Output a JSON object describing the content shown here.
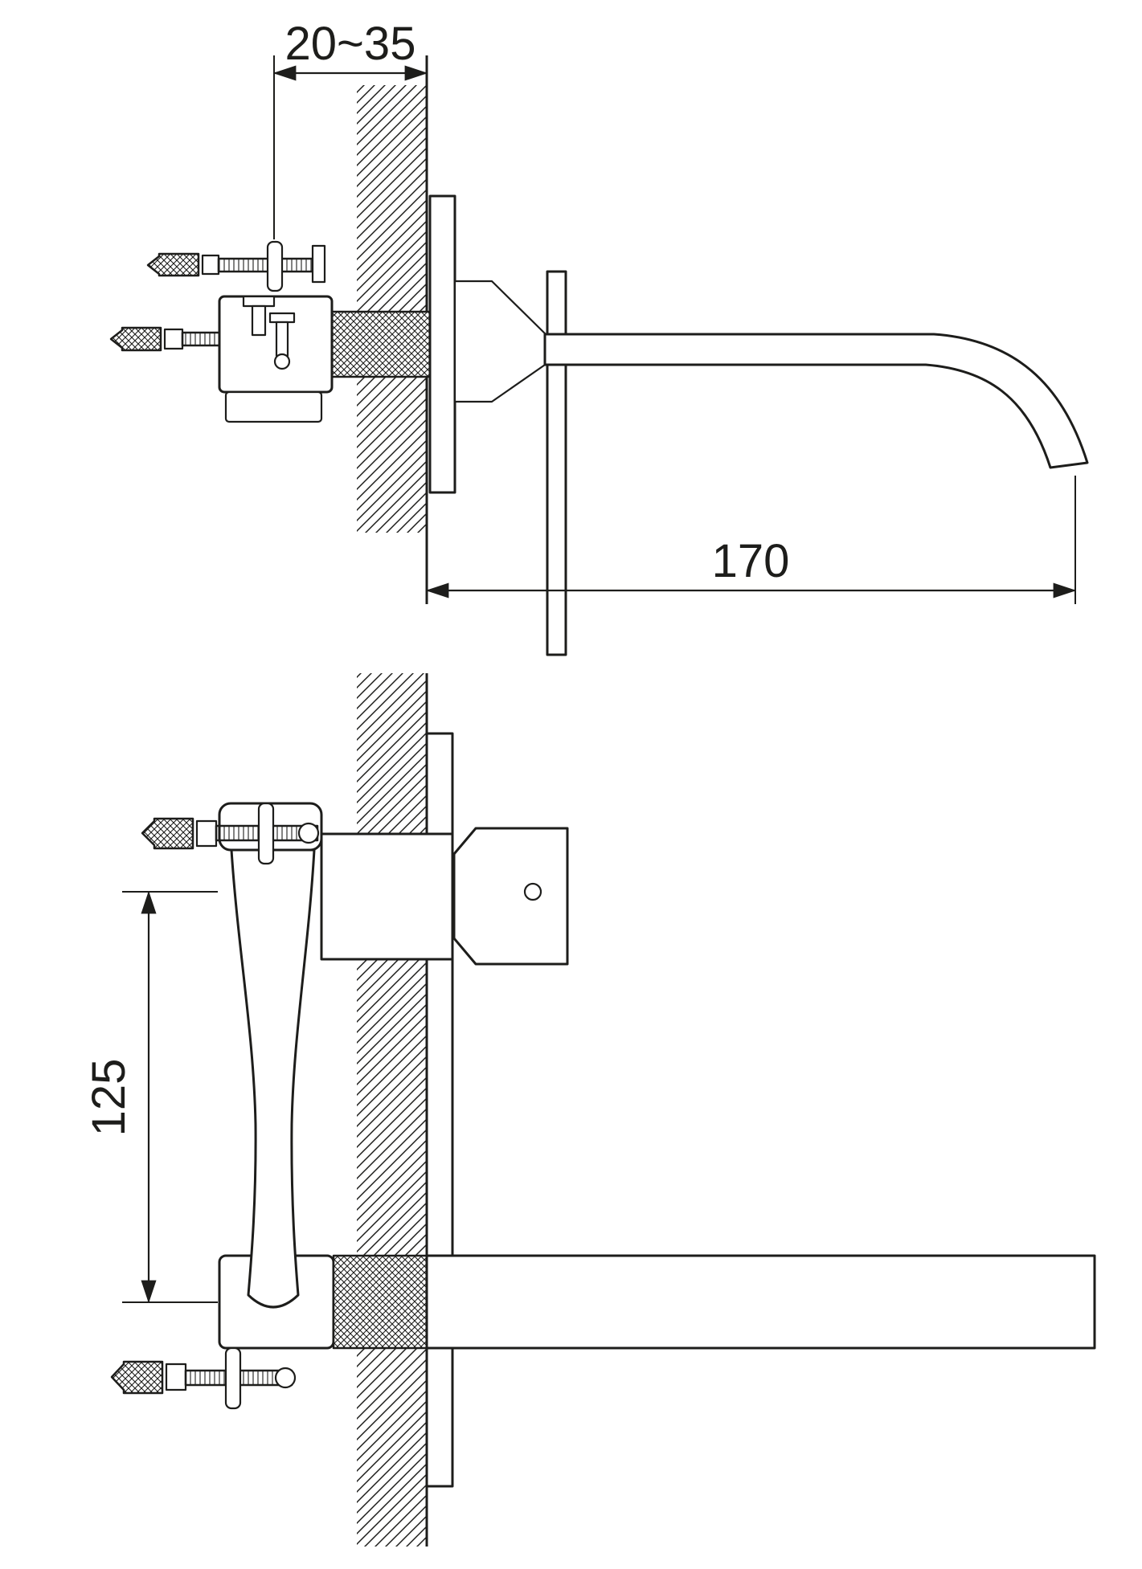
{
  "drawing": {
    "background": "#ffffff",
    "line_color": "#1d1d1b",
    "dimensions": {
      "depth_range": "20~35",
      "spout_reach": "170",
      "center_distance": "125"
    }
  }
}
